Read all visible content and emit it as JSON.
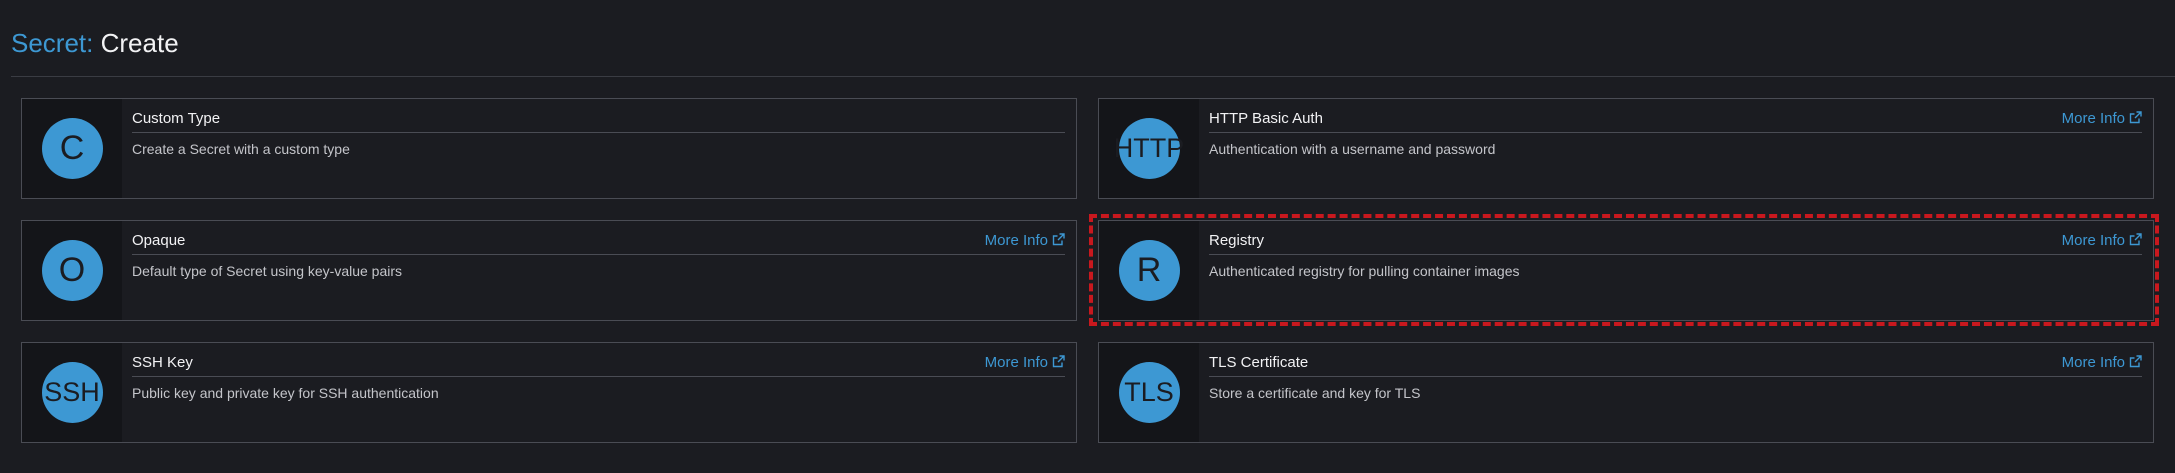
{
  "header": {
    "title_prefix": "Secret:",
    "title_main": "Create"
  },
  "cards": [
    {
      "avatar": "C",
      "title": "Custom Type",
      "description": "Create a Secret with a custom type",
      "more_info": ""
    },
    {
      "avatar": "HTTP",
      "title": "HTTP Basic Auth",
      "description": "Authentication with a username and password",
      "more_info": "More Info"
    },
    {
      "avatar": "O",
      "title": "Opaque",
      "description": "Default type of Secret using key-value pairs",
      "more_info": "More Info"
    },
    {
      "avatar": "R",
      "title": "Registry",
      "description": "Authenticated registry for pulling container images",
      "more_info": "More Info"
    },
    {
      "avatar": "SSH",
      "title": "SSH Key",
      "description": "Public key and private key for SSH authentication",
      "more_info": "More Info"
    },
    {
      "avatar": "TLS",
      "title": "TLS Certificate",
      "description": "Store a certificate and key for TLS",
      "more_info": "More Info"
    }
  ],
  "colors": {
    "accent": "#3d98d3",
    "background": "#1b1c21",
    "highlight": "#c8181e"
  }
}
